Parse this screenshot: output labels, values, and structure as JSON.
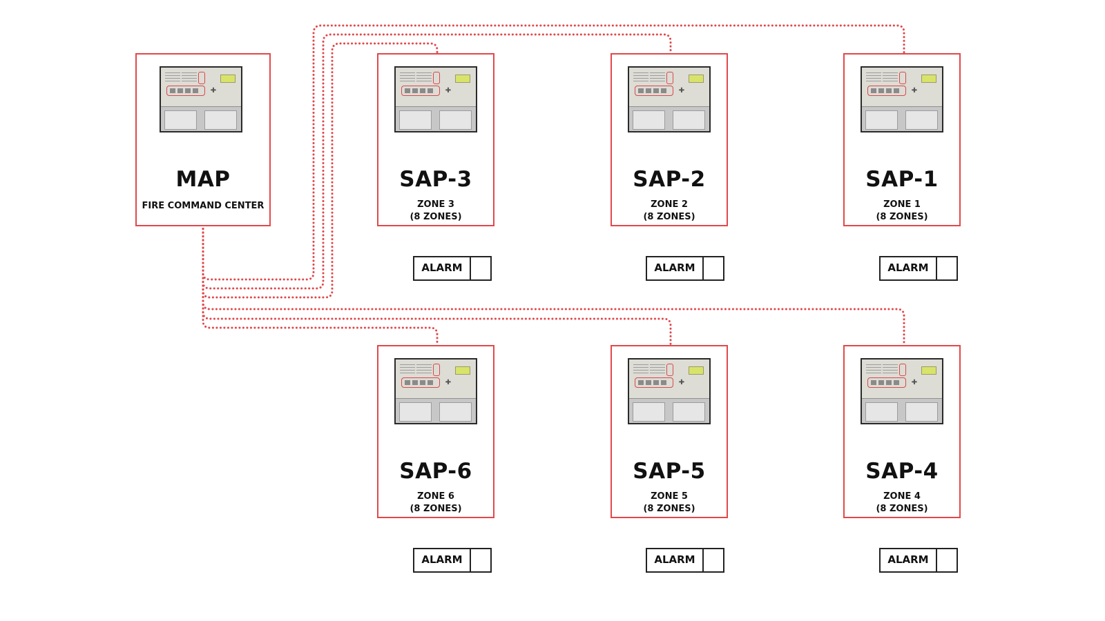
{
  "colors": {
    "wire": "#e2474a",
    "node_border": "#e2474a",
    "alarm_border": "#222222"
  },
  "map": {
    "title": "MAP",
    "subtitle": "FIRE COMMAND CENTER",
    "icon": "fire-alarm-panel-icon"
  },
  "saps": [
    {
      "id": "sap-3",
      "title": "SAP-3",
      "zone": "ZONE 3",
      "zones": "(8 ZONES)",
      "alarm": "ALARM",
      "icon": "fire-alarm-panel-icon"
    },
    {
      "id": "sap-2",
      "title": "SAP-2",
      "zone": "ZONE 2",
      "zones": "(8 ZONES)",
      "alarm": "ALARM",
      "icon": "fire-alarm-panel-icon"
    },
    {
      "id": "sap-1",
      "title": "SAP-1",
      "zone": "ZONE 1",
      "zones": "(8 ZONES)",
      "alarm": "ALARM",
      "icon": "fire-alarm-panel-icon"
    },
    {
      "id": "sap-6",
      "title": "SAP-6",
      "zone": "ZONE 6",
      "zones": "(8 ZONES)",
      "alarm": "ALARM",
      "icon": "fire-alarm-panel-icon"
    },
    {
      "id": "sap-5",
      "title": "SAP-5",
      "zone": "ZONE 5",
      "zones": "(8 ZONES)",
      "alarm": "ALARM",
      "icon": "fire-alarm-panel-icon"
    },
    {
      "id": "sap-4",
      "title": "SAP-4",
      "zone": "ZONE 4",
      "zones": "(8 ZONES)",
      "alarm": "ALARM",
      "icon": "fire-alarm-panel-icon"
    }
  ],
  "connections": [
    {
      "from": "MAP",
      "to": "SAP-3"
    },
    {
      "from": "MAP",
      "to": "SAP-2"
    },
    {
      "from": "MAP",
      "to": "SAP-1"
    },
    {
      "from": "MAP",
      "to": "SAP-6"
    },
    {
      "from": "MAP",
      "to": "SAP-5"
    },
    {
      "from": "MAP",
      "to": "SAP-4"
    }
  ]
}
